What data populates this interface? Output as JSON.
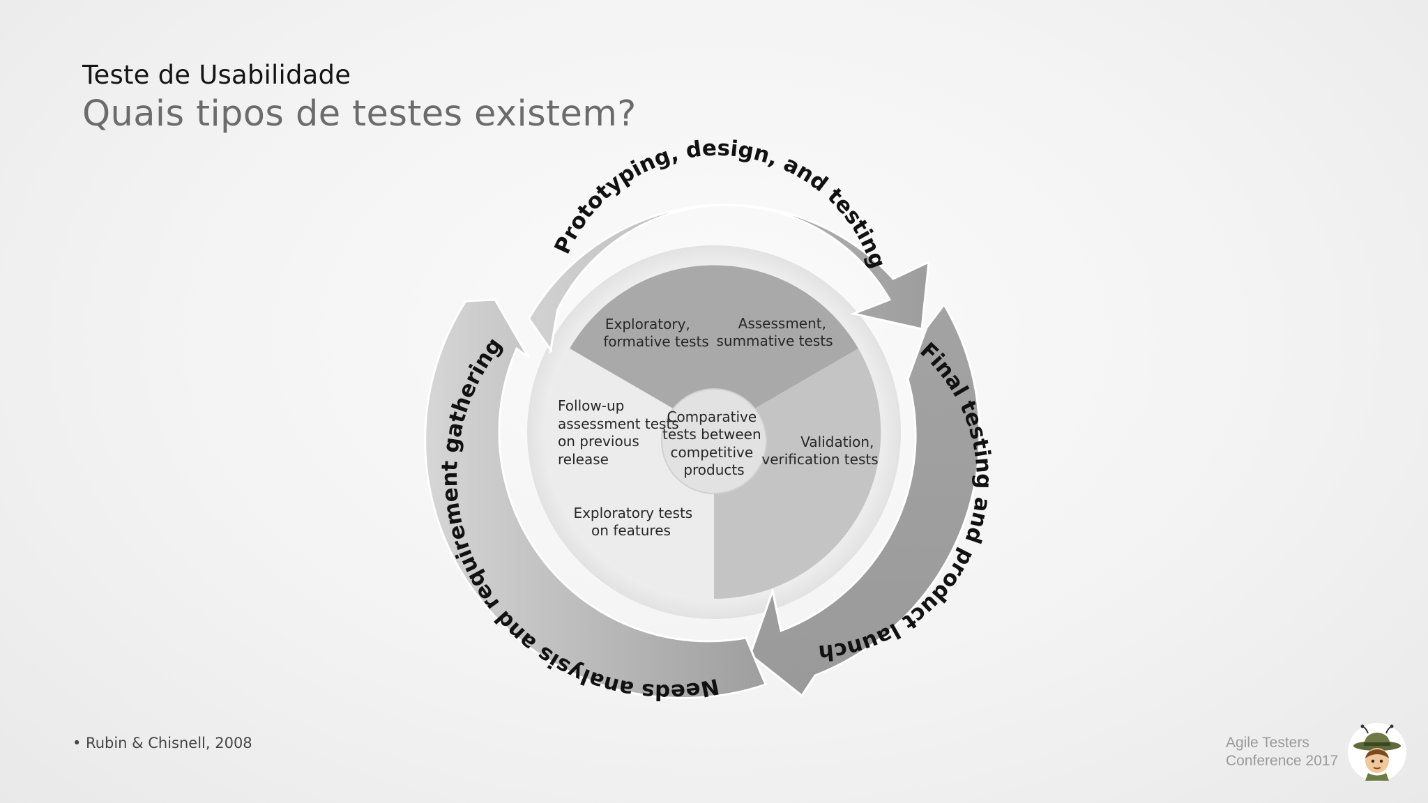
{
  "slide": {
    "title": "Teste de Usabilidade",
    "subtitle": "Quais tipos de testes existem?",
    "citation": "• Rubin & Chisnell, 2008"
  },
  "footer": {
    "conference_line1": "Agile Testers",
    "conference_line2": "Conference 2017",
    "mascot_icon": "explorer-hat-mascot-icon"
  },
  "diagram": {
    "phases": [
      "Prototyping, design, and testing",
      "Final testing and product launch",
      "Needs analysis and requirement gathering"
    ],
    "center": [
      "Comparative",
      "tests between",
      "competitive",
      "products"
    ],
    "tests": {
      "exploratory_formative": [
        "Exploratory,",
        "formative tests"
      ],
      "assessment_summative": [
        "Assessment,",
        "summative tests"
      ],
      "validation": [
        "Validation,",
        "verification tests"
      ],
      "follow_up": [
        "Follow-up",
        "assessment tests",
        "on previous",
        "release"
      ],
      "exploratory_features": [
        "Exploratory tests",
        "on features"
      ]
    }
  }
}
